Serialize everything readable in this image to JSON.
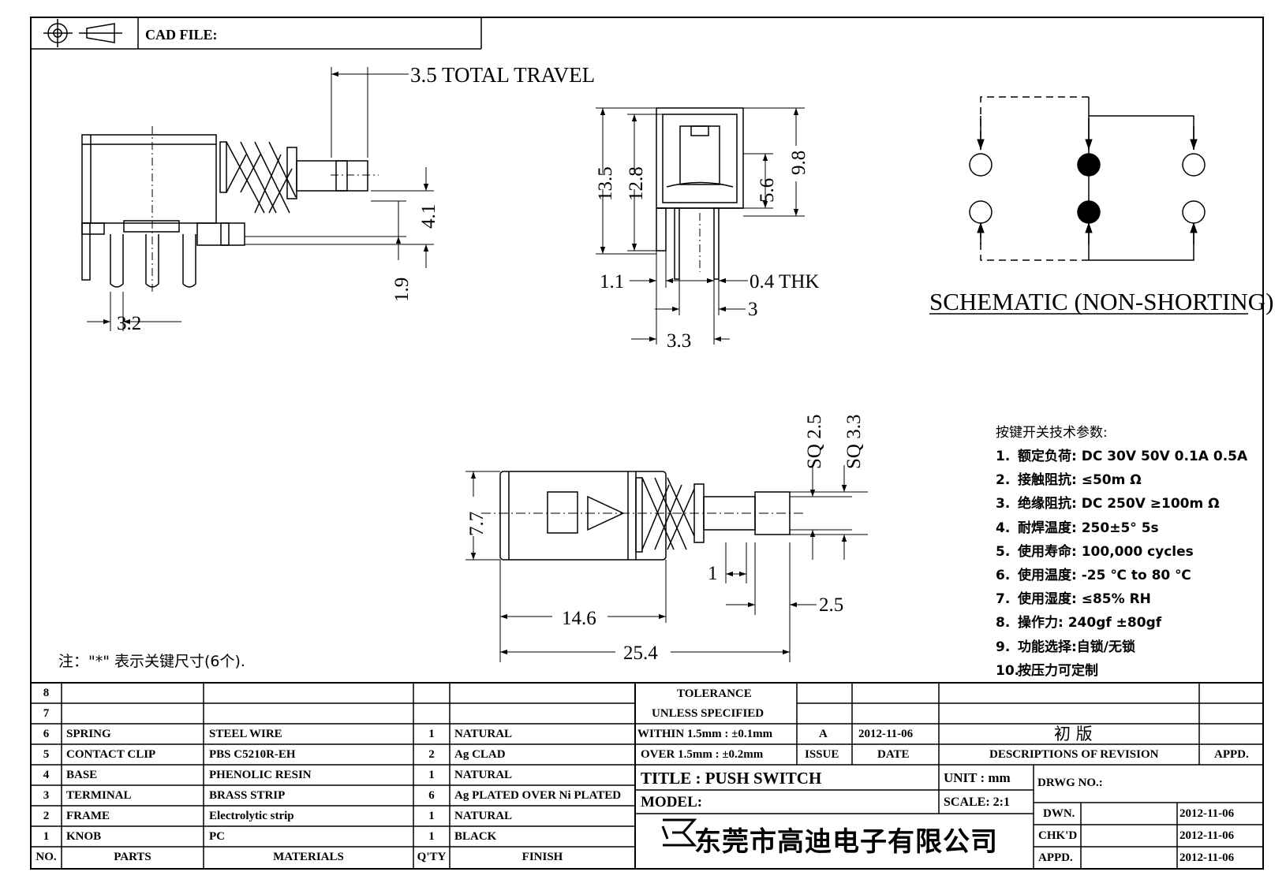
{
  "header": {
    "cad_file_label": "CAD FILE:"
  },
  "dimensions": {
    "total_travel": "3.5  TOTAL  TRAVEL",
    "d_3_2": "3.2",
    "d_4_1": "4.1",
    "d_1_9": "1.9",
    "d_13_5": "13.5",
    "d_12_8": "12.8",
    "d_5_6": "5.6",
    "d_9_8": "9.8",
    "d_1_1": "1.1",
    "d_0_4_thk": "0.4  THK",
    "d_3": "3",
    "d_3_3": "3.3",
    "d_7_7": "7.7",
    "sq_2_5": "SQ  2.5",
    "sq_3_3": "SQ  3.3",
    "d_1": "1",
    "d_2_5": "2.5",
    "d_14_6": "14.6",
    "d_25_4": "25.4"
  },
  "schematic": {
    "caption": "SCHEMATIC (NON-SHORTING)"
  },
  "specs": {
    "title": "按键开关技术参数:",
    "items": [
      {
        "num": "1.",
        "text": "额定负荷: DC 30V 50V    0.1A  0.5A"
      },
      {
        "num": "2.",
        "text": "接触阻抗:  ≤50m Ω"
      },
      {
        "num": "3.",
        "text": "绝缘阻抗: DC 250V  ≥100m Ω"
      },
      {
        "num": "4.",
        "text": "耐焊温度: 250±5°    5s"
      },
      {
        "num": "5.",
        "text": "使用寿命: 100,000 cycles"
      },
      {
        "num": "6.",
        "text": "使用温度: -25  ℃  to 80  ℃"
      },
      {
        "num": "7.",
        "text": "使用湿度:  ≤85% RH"
      },
      {
        "num": "8.",
        "text": "操作力: 240gf  ±80gf"
      },
      {
        "num": "9.",
        "text": "功能选择:自锁/无锁"
      },
      {
        "num": "10.",
        "text": "按压力可定制"
      }
    ]
  },
  "note": "注：\"*\"  表示关键尺寸(6个).",
  "bom": {
    "headers": {
      "no": "NO.",
      "parts": "PARTS",
      "materials": "MATERIALS",
      "qty": "Q'TY",
      "finish": "FINISH"
    },
    "rows": [
      {
        "no": "8",
        "part": "",
        "material": "",
        "qty": "",
        "finish": ""
      },
      {
        "no": "7",
        "part": "",
        "material": "",
        "qty": "",
        "finish": ""
      },
      {
        "no": "6",
        "part": "SPRING",
        "material": "STEEL WIRE",
        "qty": "1",
        "finish": "NATURAL"
      },
      {
        "no": "5",
        "part": "CONTACT CLIP",
        "material": "PBS C5210R-EH",
        "qty": "2",
        "finish": "Ag CLAD"
      },
      {
        "no": "4",
        "part": "BASE",
        "material": "PHENOLIC RESIN",
        "qty": "1",
        "finish": "NATURAL"
      },
      {
        "no": "3",
        "part": "TERMINAL",
        "material": "BRASS STRIP",
        "qty": "6",
        "finish": "Ag PLATED OVER Ni PLATED"
      },
      {
        "no": "2",
        "part": "FRAME",
        "material": "Electrolytic strip",
        "qty": "1",
        "finish": "NATURAL"
      },
      {
        "no": "1",
        "part": "KNOB",
        "material": "PC",
        "qty": "1",
        "finish": "BLACK"
      }
    ]
  },
  "tolerance": {
    "line1": "TOLERANCE",
    "line2": "UNLESS  SPECIFIED",
    "within": "WITHIN 1.5mm : ±0.1mm",
    "over": "OVER 1.5mm : ±0.2mm"
  },
  "revision": {
    "issue": "A",
    "date": "2012-11-06",
    "description": "初 版",
    "issue_label": "ISSUE",
    "date_label": "DATE",
    "desc_label": "DESCRIPTIONS  OF  REVISION",
    "appd_label": "APPD."
  },
  "title_block": {
    "title": "TITLE :  PUSH SWITCH",
    "model": "MODEL:",
    "unit": "UNIT :  mm",
    "scale": "SCALE:  2:1",
    "drwg_no": "DRWG NO.:",
    "company": "东莞市高迪电子有限公司",
    "dwn_label": "DWN.",
    "dwn_date": "2012-11-06",
    "chkd_label": "CHK'D",
    "chkd_date": "2012-11-06",
    "appd_label": "APPD.",
    "appd_date": "2012-11-06"
  }
}
